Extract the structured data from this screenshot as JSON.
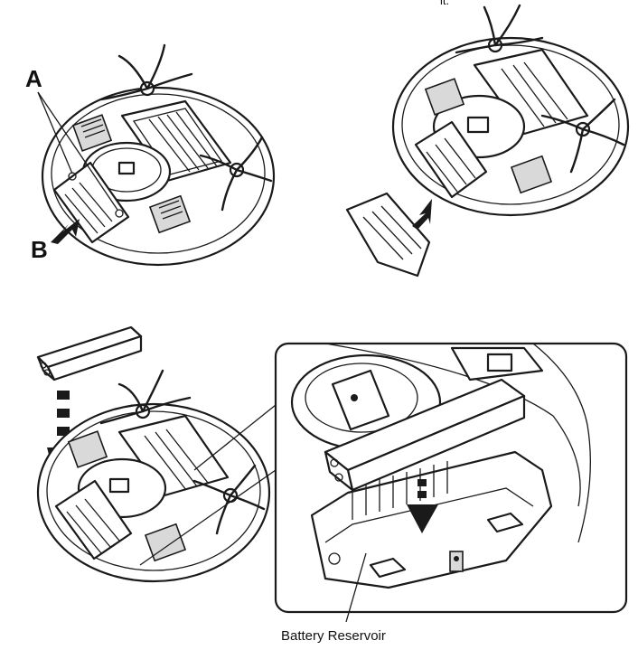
{
  "labels": {
    "a": "A",
    "b": "B",
    "reservoir": "Battery Reservoir",
    "top_fragment": "it."
  },
  "colors": {
    "ink": "#1a1a1a",
    "fill": "#ffffff",
    "shade": "#d9d9d9"
  }
}
